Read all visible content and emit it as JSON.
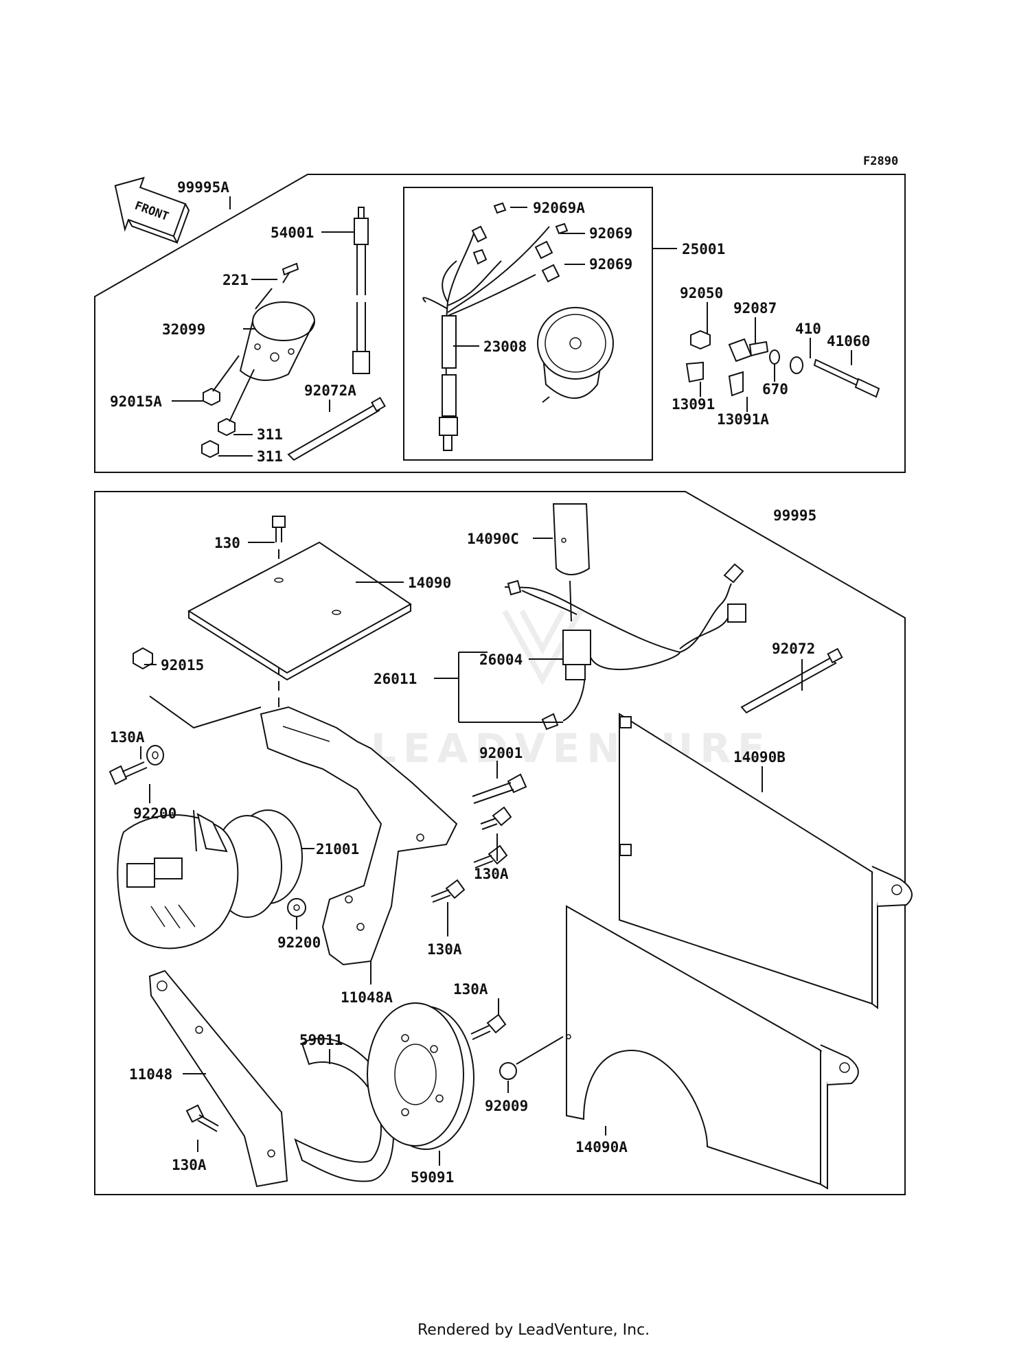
{
  "diagram_code": "F2890",
  "front_label": "FRONT",
  "watermark": "LEADVENTURE",
  "footer": "Rendered by LeadVenture, Inc.",
  "kit_upper": {
    "assembly": "99995A",
    "parts": [
      "54001",
      "221",
      "32099",
      "92015A",
      "311",
      "311",
      "92072A",
      "25001",
      "92069A",
      "92069",
      "92069",
      "23008",
      "92050",
      "92087",
      "410",
      "41060",
      "13091",
      "13091A",
      "670"
    ]
  },
  "kit_lower": {
    "assembly": "99995",
    "parts": [
      "130",
      "14090",
      "14090C",
      "92015",
      "26004",
      "26011",
      "92072",
      "130A",
      "92200",
      "92001",
      "14090B",
      "21001",
      "130A",
      "130A",
      "92200",
      "11048A",
      "130A",
      "59011",
      "11048",
      "92009",
      "14090A",
      "130A",
      "59091"
    ]
  }
}
